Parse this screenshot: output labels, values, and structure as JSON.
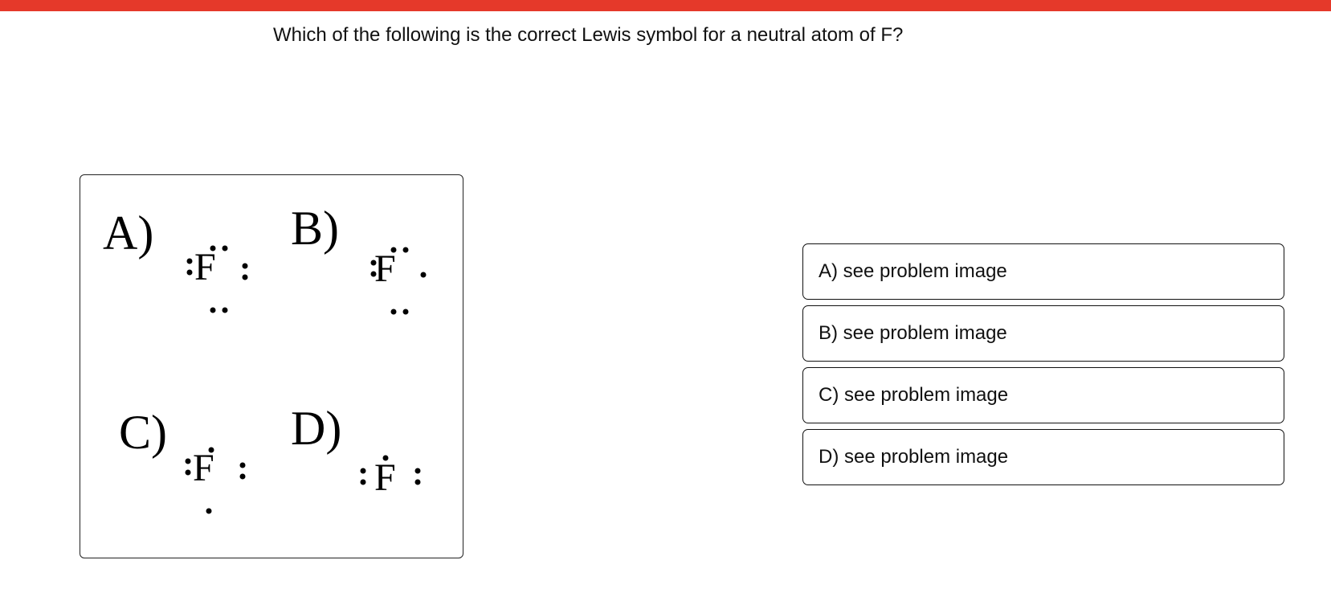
{
  "header": {
    "accent_color": "#e5392a"
  },
  "question": {
    "text": "Which of the following is the correct Lewis symbol for a neutral atom of F?"
  },
  "problem_image": {
    "options": [
      {
        "label": "A)",
        "symbol": "F"
      },
      {
        "label": "B)",
        "symbol": "F"
      },
      {
        "label": "C)",
        "symbol": "F"
      },
      {
        "label": "D)",
        "symbol": "F"
      }
    ]
  },
  "answers": [
    {
      "label": "A) see problem image"
    },
    {
      "label": "B) see problem image"
    },
    {
      "label": "C) see problem image"
    },
    {
      "label": "D) see problem image"
    }
  ]
}
